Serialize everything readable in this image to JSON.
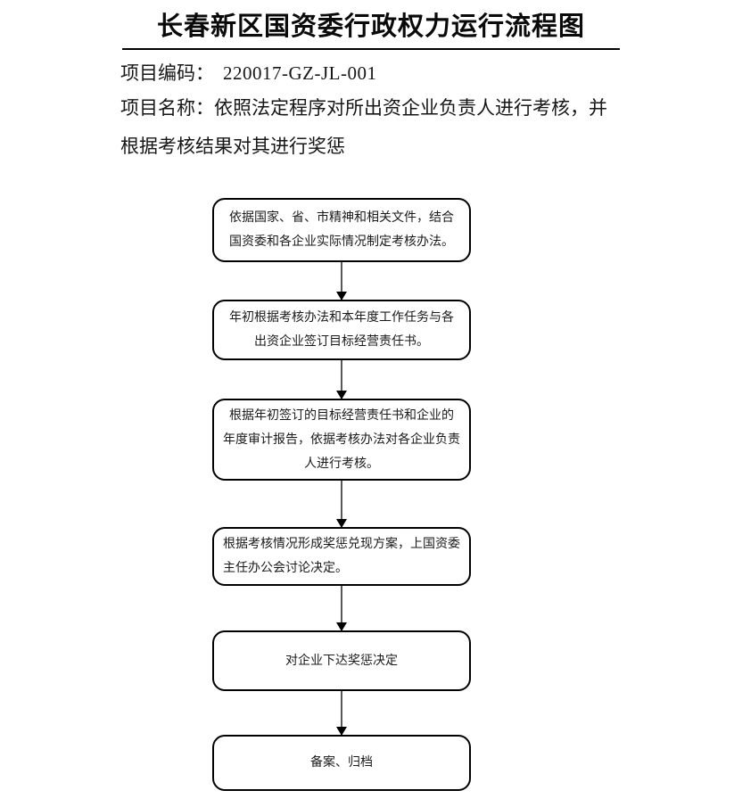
{
  "header": {
    "title": "长春新区国资委行政权力运行流程图"
  },
  "meta": {
    "project_code_label": "项目编码：",
    "project_code": "220017-GZ-JL-001",
    "project_name_label": "项目名称：",
    "project_name": "依照法定程序对所出资企业负责人进行考核，并根据考核结果对其进行奖惩"
  },
  "flow": {
    "steps": [
      {
        "text": "依据国家、省、市精神和相关文件，结合\n国资委和各企业实际情况制定考核办法。"
      },
      {
        "text": "年初根据考核办法和本年度工作任务与各\n出资企业签订目标经营责任书。"
      },
      {
        "text": "根据年初签订的目标经营责任书和企业的\n年度审计报告，依据考核办法对各企业负责\n人进行考核。"
      },
      {
        "text": "根据考核情况形成奖惩兑现方案，上国资委\n主任办公会讨论决定。"
      },
      {
        "text": "对企业下达奖惩决定"
      },
      {
        "text": "备案、归档"
      }
    ]
  },
  "colors": {
    "box_border": "#000000",
    "arrow_line": "#595959",
    "arrow_head": "#000000",
    "text": "#111111",
    "background": "#ffffff"
  }
}
